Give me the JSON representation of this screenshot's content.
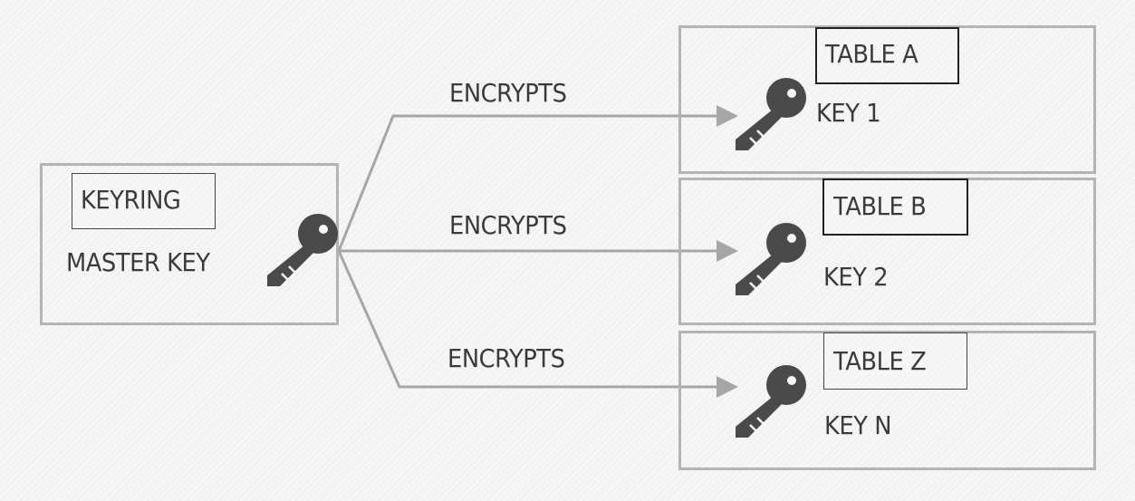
{
  "keyring": {
    "label": "KEYRING",
    "master_key": "MASTER KEY"
  },
  "arrows": [
    {
      "label": "ENCRYPTS"
    },
    {
      "label": "ENCRYPTS"
    },
    {
      "label": "ENCRYPTS"
    }
  ],
  "tables": [
    {
      "name": "TABLE A",
      "key": "KEY 1"
    },
    {
      "name": "TABLE B",
      "key": "KEY 2"
    },
    {
      "name": "TABLE Z",
      "key": "KEY N"
    }
  ],
  "colors": {
    "box_border": "#b3b3b3",
    "arrow": "#a6a6a6",
    "key_icon": "#4a4a4a",
    "text": "#3a3a3a"
  }
}
